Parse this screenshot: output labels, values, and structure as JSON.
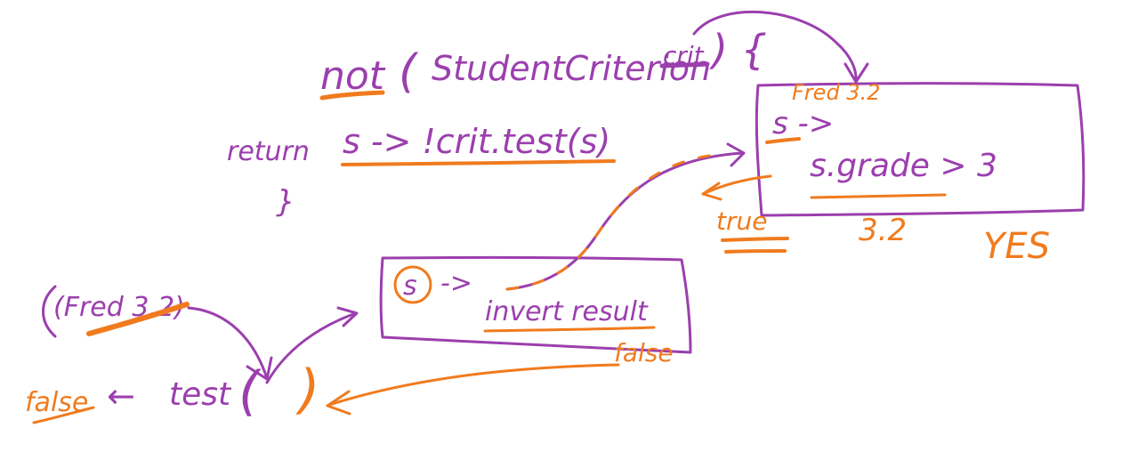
{
  "colors": {
    "purple": "#9b3fae",
    "orange": "#f07b1e",
    "background": "#ffffff"
  },
  "header": {
    "not_keyword": "not",
    "open_paren": "(",
    "param_type": "StudentCriterion",
    "param_name": "crit",
    "close_paren_brace": ") {"
  },
  "body": {
    "return_keyword": "return",
    "return_expr": "s -> !crit.test(s)",
    "closing_brace": "}"
  },
  "criterion_box": {
    "sample_label": "Fred 3.2",
    "lambda_head": "s ->",
    "lambda_body": "s.grade > 3",
    "result_true": "true",
    "grade_value": "3.2",
    "answer_yes": "YES"
  },
  "negated_box": {
    "param": "s",
    "arrow": "->",
    "body": "invert result",
    "result_false": "false"
  },
  "test_call": {
    "argument": "(Fred 3.2)",
    "result": "false",
    "arrow": "←",
    "method": "test",
    "open_paren": "(",
    "close_paren": ")"
  }
}
